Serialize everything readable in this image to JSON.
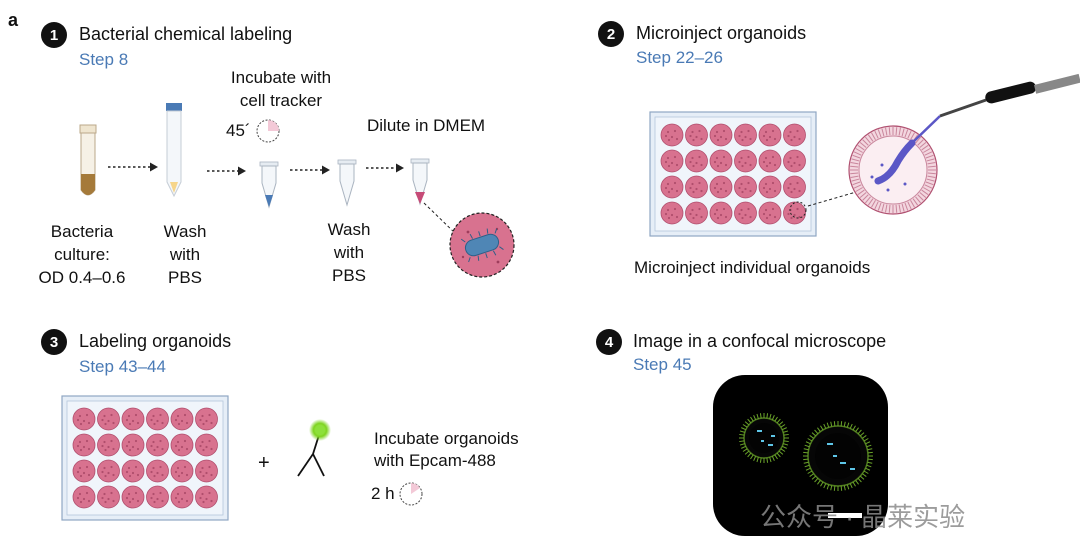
{
  "panel_letter": "a",
  "steps": [
    {
      "number": "1",
      "title": "Bacterial chemical labeling",
      "ref": "Step 8"
    },
    {
      "number": "2",
      "title": "Microinject organoids",
      "ref": "Step 22–26"
    },
    {
      "number": "3",
      "title": "Labeling organoids",
      "ref": "Step 43–44"
    },
    {
      "number": "4",
      "title": "Image in a confocal microscope",
      "ref": "Step 45"
    }
  ],
  "step1": {
    "culture_label": [
      "Bacteria",
      "culture:",
      "OD 0.4–0.6"
    ],
    "wash1_label": [
      "Wash",
      "with",
      "PBS"
    ],
    "incubate_label": [
      "Incubate with",
      "cell tracker"
    ],
    "incubate_time": "45´",
    "wash2_label": [
      "Wash",
      "with",
      "PBS"
    ],
    "dilute_label": "Dilute in DMEM"
  },
  "step2": {
    "caption": "Microinject individual organoids"
  },
  "step3": {
    "plus": "+",
    "incubate_label": [
      "Incubate organoids",
      "with Epcam-488"
    ],
    "time": "2 h"
  },
  "watermark": "公众号 · 晶莱实验",
  "colors": {
    "well_pink": "#d8728f",
    "well_edge": "#b04e6d",
    "plate_blue": "#dfe9f4",
    "accent_blue": "#4a7ab5",
    "epcam_green": "#7ed321",
    "bacteria_blue": "#4f86b5",
    "inject_purple": "#5b57c6"
  }
}
